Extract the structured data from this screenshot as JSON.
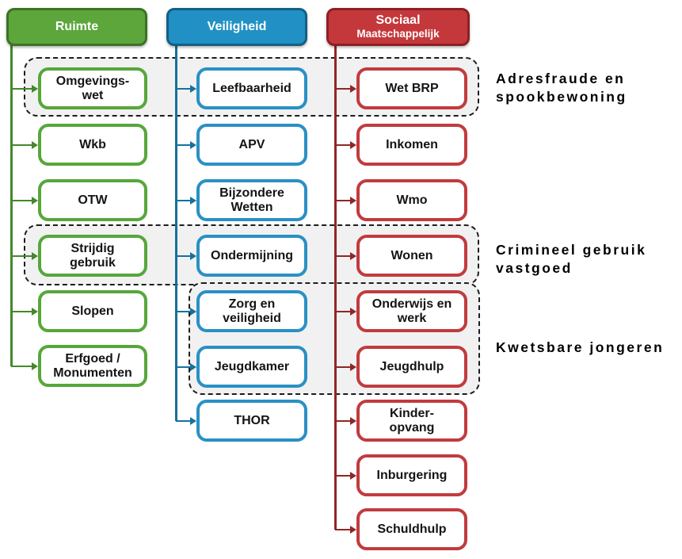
{
  "diagram": {
    "columns": [
      {
        "id": "ruimte",
        "title": "Ruimte",
        "accent_color": "#5ca63c",
        "items": [
          "Omgevings-\nwet",
          "Wkb",
          "OTW",
          "Strijdig\ngebruik",
          "Slopen",
          "Erfgoed /\nMonumenten"
        ]
      },
      {
        "id": "veiligheid",
        "title": "Veiligheid",
        "accent_color": "#2191c5",
        "items": [
          "Leefbaarheid",
          "APV",
          "Bijzondere\nWetten",
          "Ondermijning",
          "Zorg en\nveiligheid",
          "Jeugdkamer",
          "THOR"
        ]
      },
      {
        "id": "sociaal-maatschappelijk",
        "title_line1": "Sociaal",
        "title_line2": "Maatschappelijk",
        "accent_color": "#c4383c",
        "items": [
          "Wet BRP",
          "Inkomen",
          "Wmo",
          "Wonen",
          "Onderwijs en\nwerk",
          "Jeugdhulp",
          "Kinder-\nopvang",
          "Inburgering",
          "Schuldhulp"
        ]
      }
    ],
    "cross_theme_groups": [
      {
        "label": "Adresfraude en\nspookbewoning"
      },
      {
        "label": "Crimineel gebruik\nvastgoed"
      },
      {
        "label": "Kwetsbare jongeren"
      }
    ],
    "group_fill_color": "#f1f1f1",
    "group_border_color": "#1d1d1d"
  }
}
